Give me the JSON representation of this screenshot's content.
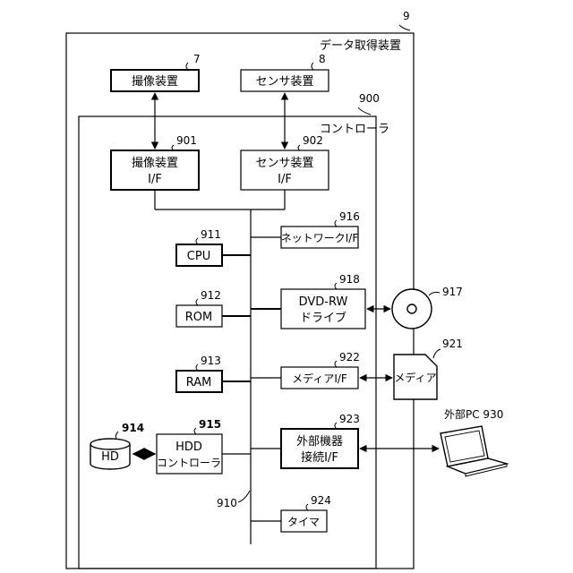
{
  "system": {
    "id": "9",
    "title": "データ取得装置"
  },
  "controller": {
    "id": "900",
    "title": "コントローラ"
  },
  "external": {
    "camera": {
      "id": "7",
      "label": "撮像装置"
    },
    "sensor": {
      "id": "8",
      "label": "センサ装置"
    }
  },
  "interfaces": {
    "camera_if": {
      "id": "901",
      "line1": "撮像装置",
      "line2": "I/F"
    },
    "sensor_if": {
      "id": "902",
      "line1": "センサ装置",
      "line2": "I/F"
    }
  },
  "left_blocks": {
    "cpu": {
      "id": "911",
      "label": "CPU"
    },
    "rom": {
      "id": "912",
      "label": "ROM"
    },
    "ram": {
      "id": "913",
      "label": "RAM"
    },
    "hdd": {
      "id": "915",
      "line1": "HDD",
      "line2": "コントローラ"
    },
    "hd": {
      "id": "914",
      "label": "HD"
    }
  },
  "right_blocks": {
    "network": {
      "id": "916",
      "label": "ネットワークI/F"
    },
    "dvd": {
      "id": "918",
      "line1": "DVD-RW",
      "line2": "ドライブ"
    },
    "media_if": {
      "id": "922",
      "label": "メディアI/F"
    },
    "ext_if": {
      "id": "923",
      "line1": "外部機器",
      "line2": "接続I/F"
    },
    "timer": {
      "id": "924",
      "label": "タイマ"
    }
  },
  "bus": {
    "id": "910"
  },
  "peripherals": {
    "disc": {
      "id": "917"
    },
    "media": {
      "id": "921",
      "label": "メディア"
    },
    "pc": {
      "label": "外部PC 930"
    }
  }
}
